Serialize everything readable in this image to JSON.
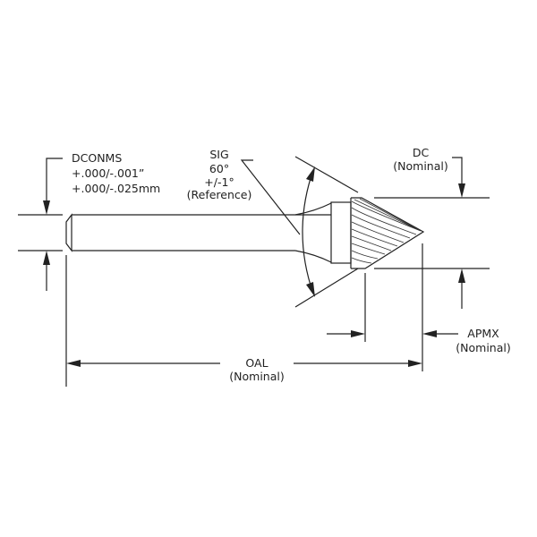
{
  "labels": {
    "dconms": {
      "name": "DCONMS",
      "tol_in": "+.000/-.001”",
      "tol_mm": "+.000/-.025mm"
    },
    "sig": {
      "name": "SIG",
      "value": "60°",
      "tol": "+/-1°",
      "note": "(Reference)"
    },
    "dc": {
      "name": "DC",
      "note": "(Nominal)"
    },
    "apmx": {
      "name": "APMX",
      "note": "(Nominal)"
    },
    "oal": {
      "name": "OAL",
      "note": "(Nominal)"
    }
  },
  "colors": {
    "line": "#222222",
    "background": "#ffffff"
  }
}
